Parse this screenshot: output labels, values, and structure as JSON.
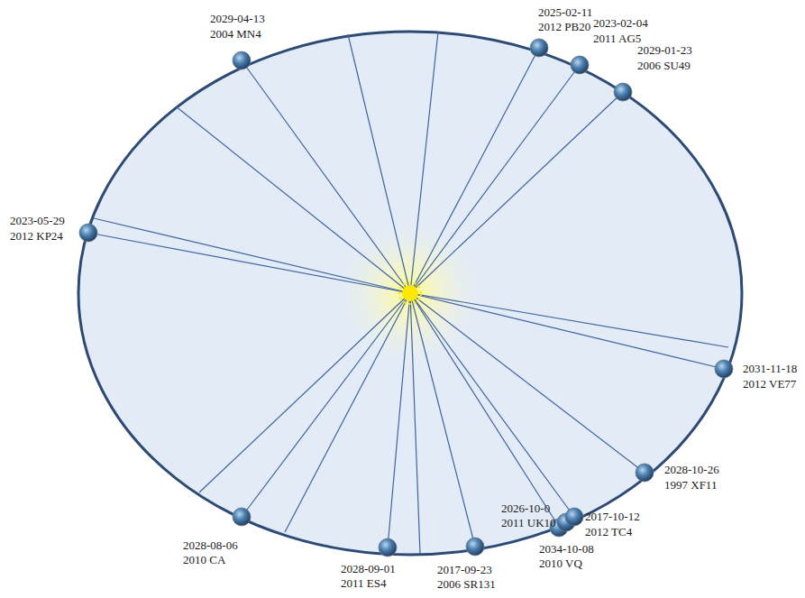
{
  "diagram": {
    "labels": [
      "2029-04-13",
      "2004 MN4",
      "2025-02-11",
      "2012 PB20",
      "2023-02-04",
      "2011 AG5",
      "2029-01-23",
      "2006 SU49",
      "2023-05-29",
      "2012 KP24",
      "2031-11-18",
      "2012 VE77",
      "2028-10-26",
      "1997 XF11",
      "2026-10-0",
      "2011 UK10",
      "2017-10-12",
      "2012 TC4",
      "2034-10-08",
      "2010 VQ",
      "2028-08-06",
      "2010 CA",
      "2028-09-01",
      "2011 ES4",
      "2017-09-23",
      "2006 SR131"
    ]
  }
}
